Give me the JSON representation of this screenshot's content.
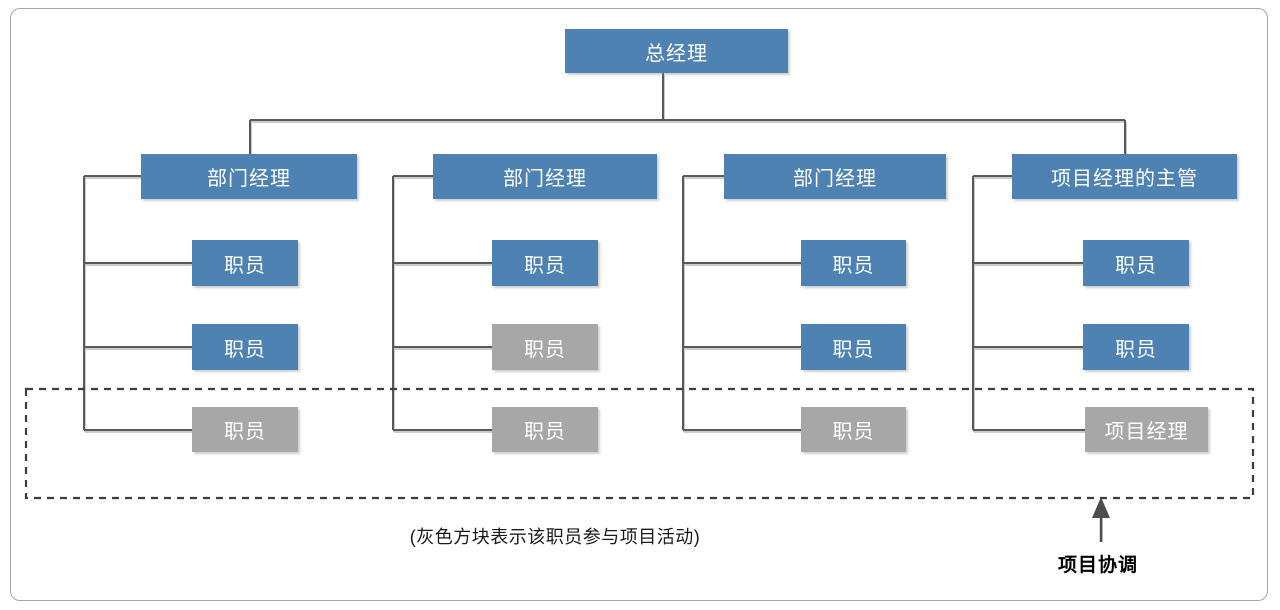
{
  "diagram": {
    "type": "org-chart",
    "root": {
      "label": "总经理",
      "participates_in_project": false
    },
    "branches": [
      {
        "manager": {
          "label": "部门经理",
          "participates_in_project": false
        },
        "children": [
          {
            "label": "职员",
            "participates_in_project": false
          },
          {
            "label": "职员",
            "participates_in_project": false
          },
          {
            "label": "职员",
            "participates_in_project": true
          }
        ]
      },
      {
        "manager": {
          "label": "部门经理",
          "participates_in_project": false
        },
        "children": [
          {
            "label": "职员",
            "participates_in_project": false
          },
          {
            "label": "职员",
            "participates_in_project": true
          },
          {
            "label": "职员",
            "participates_in_project": true
          }
        ]
      },
      {
        "manager": {
          "label": "部门经理",
          "participates_in_project": false
        },
        "children": [
          {
            "label": "职员",
            "participates_in_project": false
          },
          {
            "label": "职员",
            "participates_in_project": false
          },
          {
            "label": "职员",
            "participates_in_project": true
          }
        ]
      },
      {
        "manager": {
          "label": "项目经理的主管",
          "participates_in_project": false
        },
        "children": [
          {
            "label": "职员",
            "participates_in_project": false
          },
          {
            "label": "职员",
            "participates_in_project": false
          },
          {
            "label": "项目经理",
            "participates_in_project": true
          }
        ]
      }
    ],
    "legend_caption": "(灰色方块表示该职员参与项目活动)",
    "coordination_label": "项目协调",
    "colors": {
      "node_default": "#4E82B2",
      "node_participant": "#A7A7A7",
      "connector": "#595959",
      "dashed_boundary": "#3D3D3D"
    }
  }
}
